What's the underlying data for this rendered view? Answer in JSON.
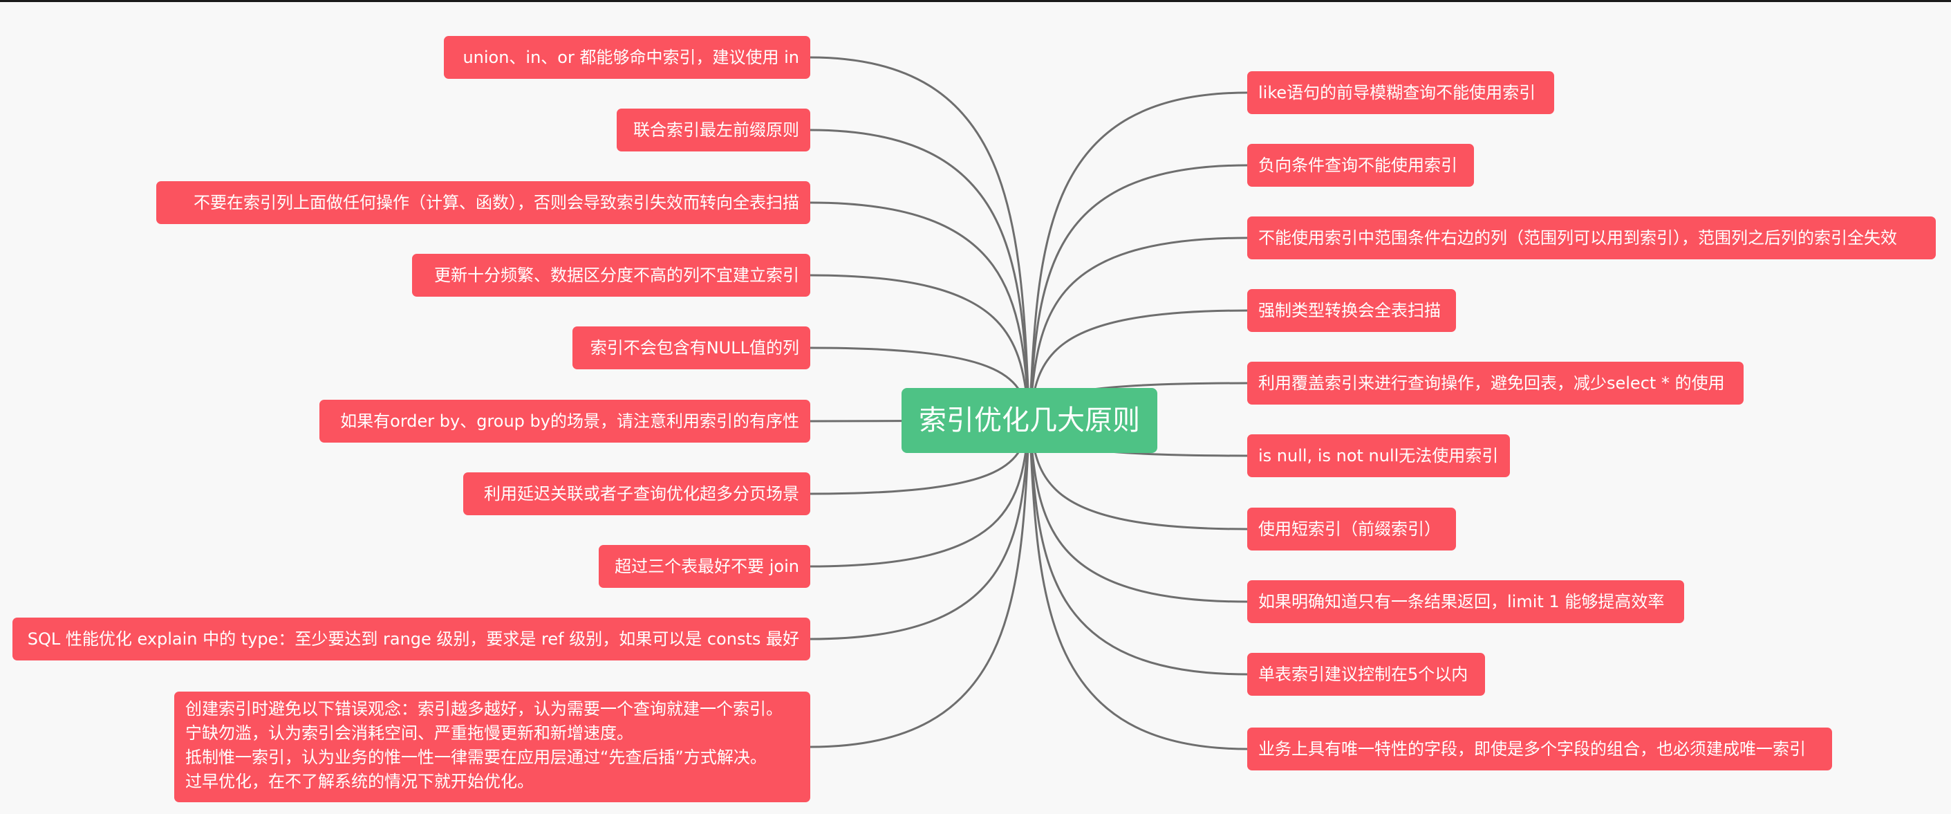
{
  "center": {
    "title": "索引优化几大原则"
  },
  "colors": {
    "node": "#fb535f",
    "center": "#4ec285",
    "edge": "#6e6e6e"
  },
  "left_nodes": [
    "union、in、or 都能够命中索引，建议使用 in",
    "联合索引最左前缀原则",
    "不要在索引列上面做任何操作（计算、函数），否则会导致索引失效而转向全表扫描",
    "更新十分频繁、数据区分度不高的列不宜建立索引",
    "索引不会包含有NULL值的列",
    "如果有order by、group by的场景，请注意利用索引的有序性",
    "利用延迟关联或者子查询优化超多分页场景",
    "超过三个表最好不要 join",
    "SQL 性能优化 explain 中的 type：至少要达到 range 级别，要求是 ref 级别，如果可以是 consts 最好"
  ],
  "left_multi": [
    "创建索引时避免以下错误观念：索引越多越好，认为需要一个查询就建一个索引。",
    "宁缺勿滥，认为索引会消耗空间、严重拖慢更新和新增速度。",
    "抵制惟一索引，认为业务的惟一性一律需要在应用层通过“先查后插”方式解决。",
    "过早优化，在不了解系统的情况下就开始优化。"
  ],
  "right_nodes": [
    "like语句的前导模糊查询不能使用索引",
    "负向条件查询不能使用索引",
    "不能使用索引中范围条件右边的列（范围列可以用到索引），范围列之后列的索引全失效",
    "强制类型转换会全表扫描",
    "利用覆盖索引来进行查询操作，避免回表，减少select * 的使用",
    "is null, is not null无法使用索引",
    "使用短索引（前缀索引）",
    "如果明确知道只有一条结果返回，limit 1 能够提高效率",
    "单表索引建议控制在5个以内",
    "业务上具有唯一特性的字段，即使是多个字段的组合，也必须建成唯一索引"
  ]
}
